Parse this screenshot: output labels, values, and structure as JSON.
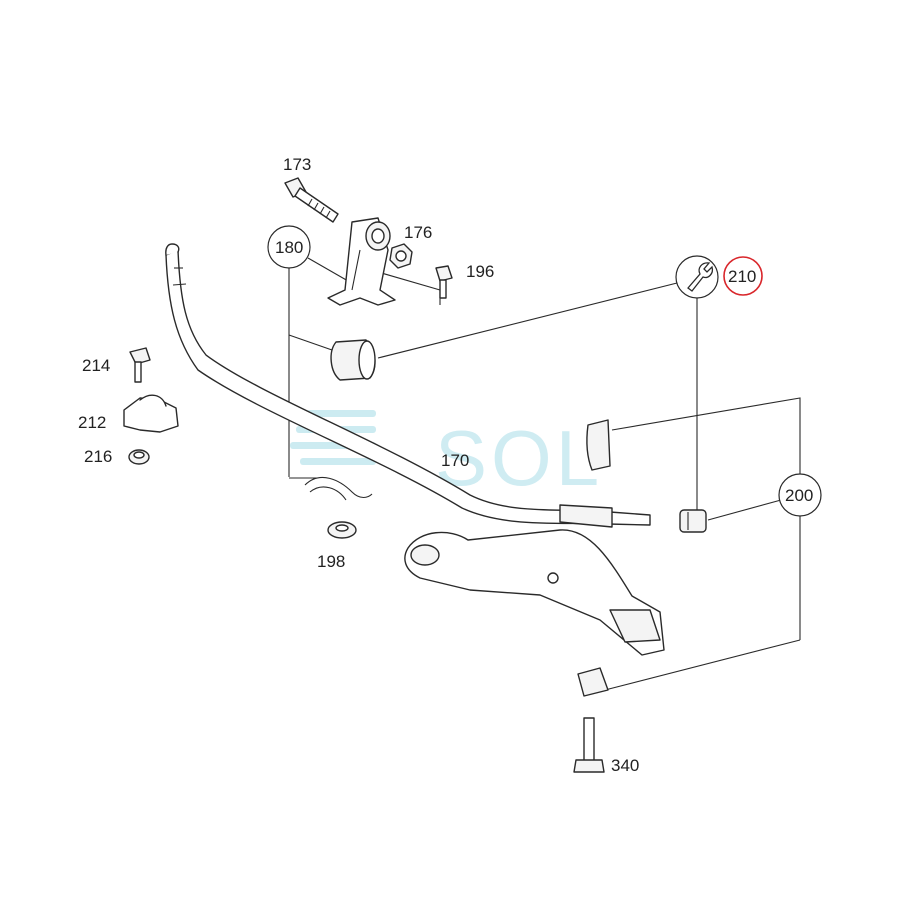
{
  "callouts": {
    "p173": "173",
    "p176": "176",
    "p196": "196",
    "p180": "180",
    "p210": "210",
    "p214": "214",
    "p212": "212",
    "p216": "216",
    "p170": "170",
    "p198": "198",
    "p200": "200",
    "p340": "340"
  },
  "highlight": {
    "part": "210",
    "color": "#d9262b"
  },
  "watermark": {
    "text": "SOL",
    "color": "#bfe6ee"
  },
  "icons": {
    "tool_symbol": "wrench-icon"
  }
}
